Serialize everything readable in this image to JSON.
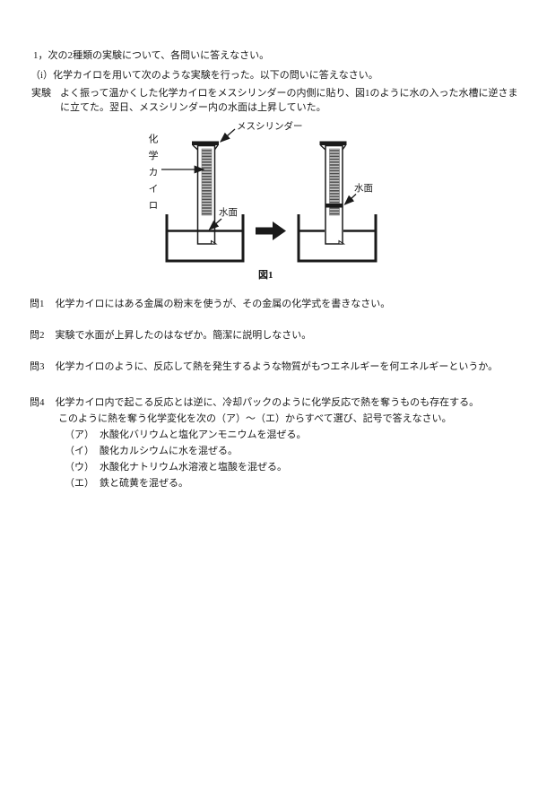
{
  "header": {
    "line1": "1，次の2種類の実験について、各問いに答えなさい。",
    "line2": "（i）化学カイロを用いて次のような実験を行った。以下の問いに答えなさい。"
  },
  "experiment": {
    "label": "実験",
    "text1": "よく振って温かくした化学カイロをメスシリンダーの内側に貼り、図1のように水の入った水槽に逆さま",
    "text2": "に立てた。翌日、メスシリンダー内の水面は上昇していた。"
  },
  "figure": {
    "caption": "図1",
    "labels": {
      "measuring_cylinder": "メスシリンダー",
      "chemical_warmer": "化学カイロ",
      "water_surface_left": "水面",
      "water_surface_right": "水面"
    },
    "ink_color": "#1a1a1a"
  },
  "questions": [
    {
      "number": "問1",
      "text": "化学カイロにはある金属の粉末を使うが、その金属の化学式を書きなさい。"
    },
    {
      "number": "問2",
      "text": "実験で水面が上昇したのはなぜか。簡潔に説明しなさい。"
    },
    {
      "number": "問3",
      "text": "化学カイロのように、反応して熱を発生するような物質がもつエネルギーを何エネルギーというか。"
    },
    {
      "number": "問4",
      "line1": "化学カイロ内で起こる反応とは逆に、冷却パックのように化学反応で熱を奪うものも存在する。",
      "line2": "このように熱を奪う化学変化を次の（ア）～（エ）からすべて選び、記号で答えなさい。",
      "choices": [
        {
          "label": "（ア）",
          "text": "水酸化バリウムと塩化アンモニウムを混ぜる。"
        },
        {
          "label": "（イ）",
          "text": "酸化カルシウムに水を混ぜる。"
        },
        {
          "label": "（ウ）",
          "text": "水酸化ナトリウム水溶液と塩酸を混ぜる。"
        },
        {
          "label": "（エ）",
          "text": "鉄と硫黄を混ぜる。"
        }
      ]
    }
  ]
}
